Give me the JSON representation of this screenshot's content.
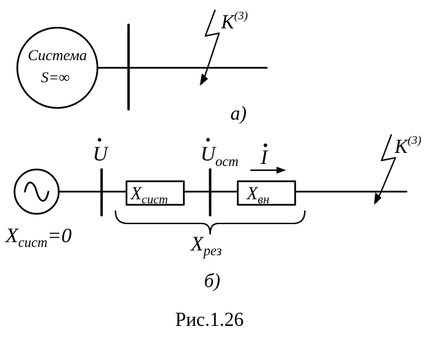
{
  "diagram_a": {
    "source_label_line1": "Система",
    "source_label_line2": "S=∞",
    "fault_label": "K",
    "fault_superscript": "(3)",
    "caption": "а)"
  },
  "diagram_b": {
    "voltage_label": "U",
    "residual_voltage_label": "U",
    "residual_voltage_subscript": "ост",
    "current_label": "I",
    "system_reactance_label": "X",
    "system_reactance_subscript": "сист",
    "internal_reactance_label": "X",
    "internal_reactance_subscript": "вн",
    "source_reactance_label": "X",
    "source_reactance_subscript": "сист",
    "source_reactance_value": "=0",
    "resulting_reactance_label": "X",
    "resulting_reactance_subscript": "рез",
    "fault_label": "K",
    "fault_superscript": "(3)",
    "caption": "б)"
  },
  "figure_caption": "Рис.1.26"
}
